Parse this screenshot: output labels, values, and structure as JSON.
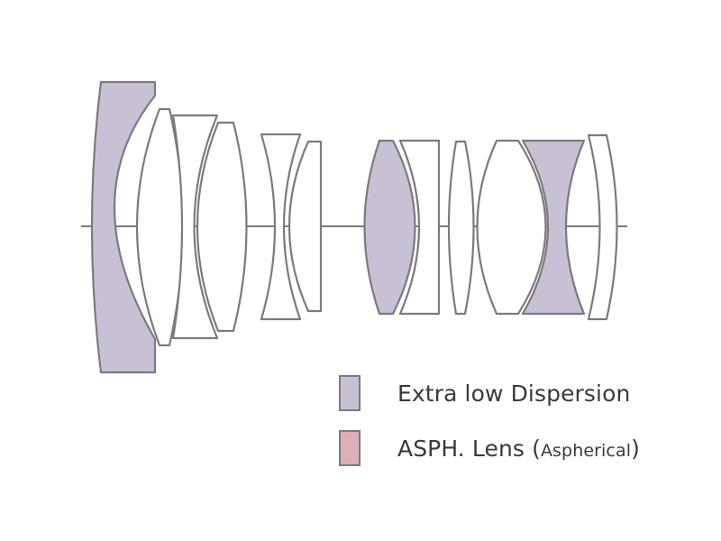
{
  "colors": {
    "ed": "#c8c1d6",
    "asph": "#ddaeb7",
    "plain": "#ffffff",
    "outline": "#7b7b7b"
  },
  "legend": {
    "ed_label": "Extra low Dispersion",
    "asph_label": "ASPH. Lens",
    "asph_open": "(",
    "asph_note": "Aspherical",
    "asph_close": ")"
  },
  "elements": [
    {
      "id": "L1",
      "type": "ED"
    },
    {
      "id": "L2",
      "type": "plain"
    },
    {
      "id": "L3",
      "type": "plain"
    },
    {
      "id": "L4",
      "type": "plain"
    },
    {
      "id": "L5",
      "type": "plain"
    },
    {
      "id": "L6",
      "type": "plain"
    },
    {
      "id": "L7",
      "type": "ED"
    },
    {
      "id": "L8",
      "type": "plain"
    },
    {
      "id": "L9",
      "type": "plain"
    },
    {
      "id": "L10",
      "type": "plain"
    },
    {
      "id": "L11",
      "type": "ED"
    },
    {
      "id": "L12",
      "type": "plain"
    },
    {
      "id": "L13",
      "type": "ASPH"
    }
  ]
}
